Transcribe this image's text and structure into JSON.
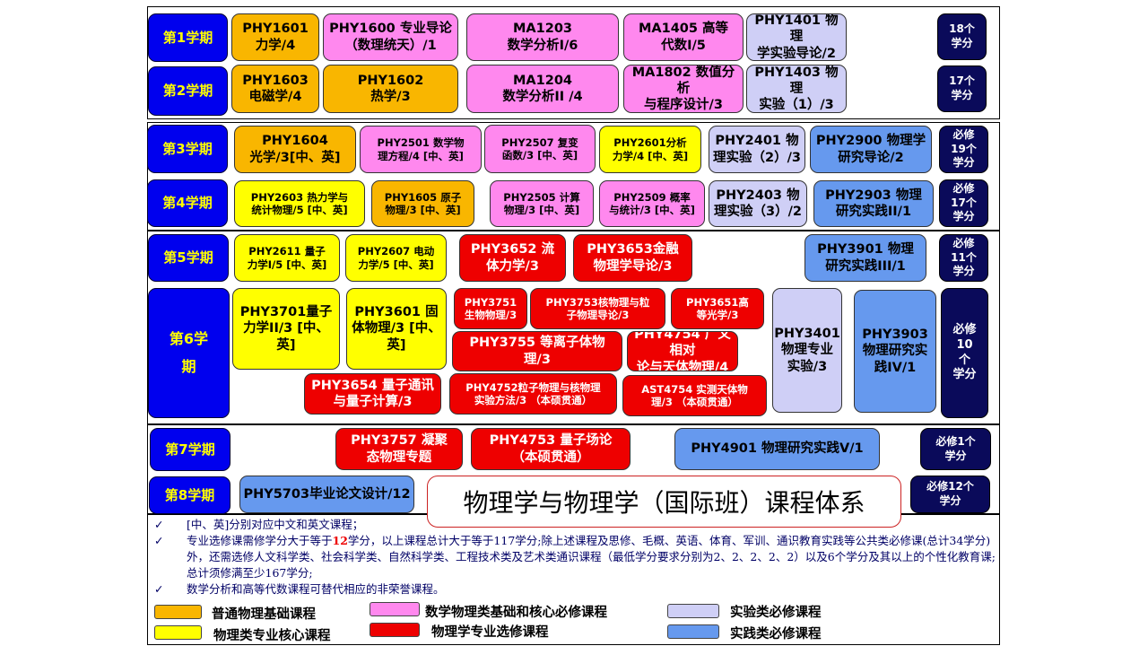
{
  "title": "物理学与物理学（国际班）课程体系",
  "semesters": {
    "s1": "第1学期",
    "s2": "第2学期",
    "s3": "第3学期",
    "s4": "第4学期",
    "s5": "第5学期",
    "s6": "第6学\n期",
    "s7": "第7学期",
    "s8": "第8学期"
  },
  "credits": {
    "s1": "18个\n学分",
    "s2": "17个\n学分",
    "s3": "必修\n19个\n学分",
    "s4": "必修\n17个\n学分",
    "s5": "必修\n11个\n学分",
    "s6": "必修\n10\n个\n学分",
    "s7": "必修1个\n学分",
    "s8": "必修12个\n学分"
  },
  "courses": {
    "phy1601": "PHY1601\n力学/4",
    "phy1600": "PHY1600 专业导论\n（数理统天）/1",
    "ma1203": "MA1203\n数学分析I/6",
    "ma1405": "MA1405 高等\n代数I/5",
    "phy1401": "PHY1401 物理\n学实验导论/2",
    "phy1603": "PHY1603\n电磁学/4",
    "phy1602": "PHY1602\n热学/3",
    "ma1204": "MA1204\n数学分析II /4",
    "ma1802": "MA1802 数值分析\n与程序设计/3",
    "phy1403": "PHY1403 物理\n实验（1）/3",
    "phy1604": "PHY1604\n光学/3[中、英]",
    "phy2501": "PHY2501 数学物\n理方程/4 [中、英]",
    "phy2507": "PHY2507 复变\n函数/3 [中、英]",
    "phy2601": "PHY2601分析\n力学/4 [中、英]",
    "phy2401": "PHY2401 物\n理实验（2）/3",
    "phy2900": "PHY2900 物理学\n研究导论/2",
    "phy2603": "PHY2603 热力学与\n统计物理/5 [中、英]",
    "phy1605": "PHY1605  原子\n物理/3 [中、英]",
    "phy2505": "PHY2505 计算\n物理/3 [中、英]",
    "phy2509": "PHY2509 概率\n与统计/3 [中、英]",
    "phy2403": "PHY2403 物\n理实验（3）/2",
    "phy2903": "PHY2903 物理\n研究实践II/1",
    "phy2611": "PHY2611 量子\n力学I/5 [中、英]",
    "phy2607": "PHY2607 电动\n力学/5 [中、英]",
    "phy3652": "PHY3652 流\n体力学/3",
    "phy3653": "PHY3653金融\n物理学导论/3",
    "phy3901": "PHY3901 物理\n研究实践III/1",
    "phy3701": "PHY3701量子\n力学II/3 [中、英]",
    "phy3601": "PHY3601 固\n体物理/3 [中、\n英]",
    "phy3751": "PHY3751\n生物物理/3",
    "phy3753": "PHY3753核物理与粒\n子物理导论/3",
    "phy3651": "PHY3651高\n等光学/3",
    "phy3401": "PHY3401\n物理专业\n实验/3",
    "phy3903": "PHY3903\n物理研究实\n践IV/1",
    "phy3755": "PHY3755 等离子体物\n理/3",
    "phy4754": "PHY4754 广义相对\n论与天体物理/4",
    "phy3654": "PHY3654 量子通讯\n与量子计算/3",
    "phy4752": "PHY4752粒子物理与核物理\n实验方法/3 （本硕贯通）",
    "ast4754": "AST4754 实测天体物\n理/3 （本硕贯通）",
    "phy3757": "PHY3757 凝聚\n态物理专题",
    "phy4753": "PHY4753 量子场论\n（本硕贯通）",
    "phy4901": "PHY4901 物理研究实践V/1",
    "phy5703": "PHY5703毕业论文设计/12"
  },
  "notes": {
    "check": "✓",
    "n1": "[中、英]分别对应中文和英文课程；",
    "n2a": "专业选修课需修学分大于等于",
    "n2b": "12",
    "n2c": "学分，以上课程总计大于等于117学分;除上述课程及思修、毛概、英语、体育、军训、通识教育实践等公共类必修课(总计34学分)外，还需选修人文科学类、社会科学类、自然科学类、工程技术类及艺术类通识课程（最低学分要求分别为2、2、2、2、2）以及6个学分及其以上的个性化教育课;总计须修满至少167学分;",
    "n3": "数学分析和高等代数课程可替代相应的非荣誉课程。"
  },
  "legend": {
    "orange": "普通物理基础课程",
    "yellow": "物理类专业核心课程",
    "pink": "数学物理类基础和核心必修课程",
    "red": "物理学专业选修课程",
    "lav": "实验类必修课程",
    "blue": "实践类必修课程"
  },
  "colors": {
    "semester": "#0000ee",
    "credits": "#0a0a5a",
    "orange": "#f9b600",
    "pink": "#ff88ee",
    "lavender": "#cfcff6",
    "yellow": "#ffff00",
    "red": "#ee0000",
    "blue": "#6699ee"
  }
}
